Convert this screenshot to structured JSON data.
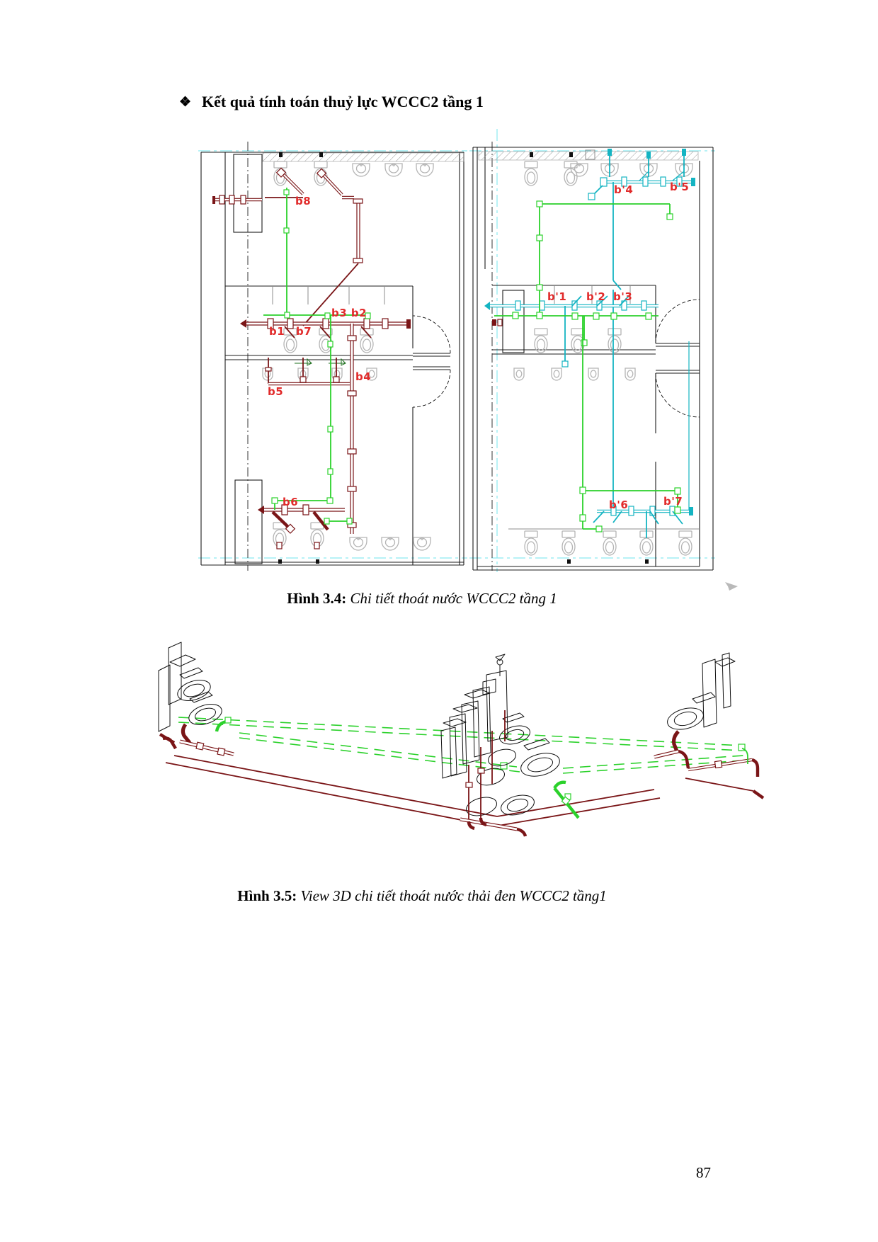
{
  "page": {
    "number": "87"
  },
  "heading": {
    "bullet": "❖",
    "text": "Kết quả tính toán thuỷ lực WCCC2 tầng 1"
  },
  "figure_3_4": {
    "caption": {
      "label": "Hình 3.4:",
      "text": "Chi tiết thoát nước WCCC2 tầng 1"
    },
    "left_plan_labels": {
      "b8": "b8",
      "b3b2": "b3 b2",
      "b1": "b1",
      "b7": "b7",
      "b5": "b5",
      "b4": "b4",
      "b6": "b6"
    },
    "right_plan_labels": {
      "b4": "b'4",
      "b5": "b'5",
      "b1": "b'1",
      "b2": "b'2",
      "b3": "b'3",
      "b6": "b'6",
      "b7": "b'7"
    }
  },
  "figure_3_5": {
    "caption": {
      "label": "Hình 3.5:",
      "text": "View 3D chi tiết thoát nước thải đen WCCC2 tầng1"
    }
  },
  "colors": {
    "waste_pipe": "#7a1517",
    "vent_pipe": "#2bd12b",
    "graywater_pipe": "#14b4c2",
    "label_red": "#e12b2b",
    "fixture_gray": "#b4b4b4",
    "grid_cyan": "#8ce9f0"
  }
}
